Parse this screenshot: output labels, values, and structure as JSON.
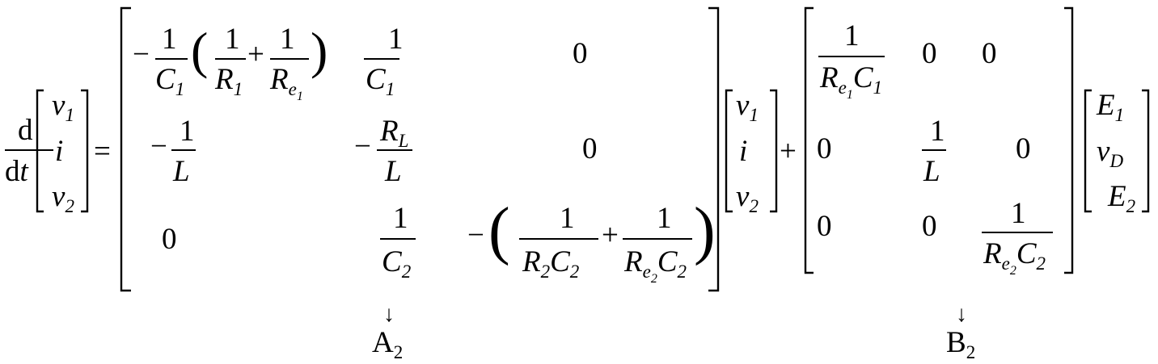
{
  "equation": {
    "derivative": {
      "numerator": "d",
      "denominator": "dt"
    },
    "state_vector": [
      "v1",
      "i",
      "v2"
    ],
    "input_vector": [
      "E1",
      "vD",
      "E2"
    ],
    "equals": "=",
    "plus": "+",
    "minus": "−",
    "one": "1",
    "zero": "0",
    "arrow": "↓",
    "labels": {
      "state_matrix": "A2",
      "input_matrix": "B2"
    },
    "state_matrix_rows": [
      [
        "−1/C1 (1/R1 + 1/Re1)",
        "1/C1",
        "0"
      ],
      [
        "−1/L",
        "−RL/L",
        "0"
      ],
      [
        "0",
        "1/C2",
        "−(1/(R2C2) + 1/(Re2C2))"
      ]
    ],
    "input_matrix_rows": [
      [
        "1/(Re1C1)",
        "0",
        "0"
      ],
      [
        "0",
        "1/L",
        "0"
      ],
      [
        "0",
        "0",
        "1/(Re2C2)"
      ]
    ]
  }
}
